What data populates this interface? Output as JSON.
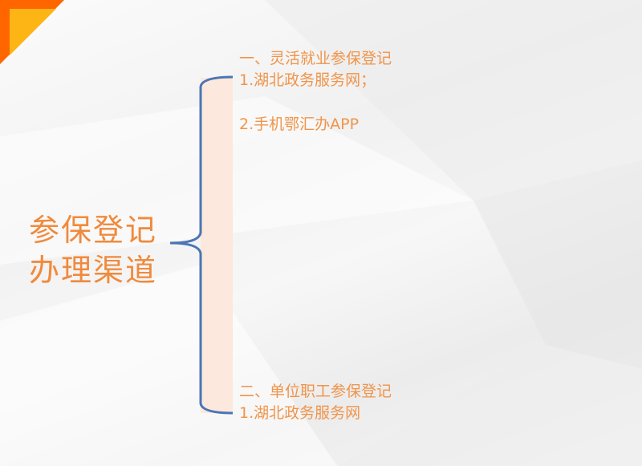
{
  "title": {
    "line1": "参保登记",
    "line2": "办理渠道"
  },
  "section1": {
    "heading": "一、灵活就业参保登记",
    "items": [
      "1.湖北政务服务网；",
      "2.手机鄂汇办APP"
    ]
  },
  "section2": {
    "heading": "二、单位职工参保登记",
    "items": [
      "1.湖北政务服务网"
    ]
  },
  "colors": {
    "text": "#f0944a",
    "brace": "#4a75b5",
    "brace_fill": "#fce8dc",
    "accent_orange": "#ff6600",
    "accent_yellow": "#fdb515"
  }
}
